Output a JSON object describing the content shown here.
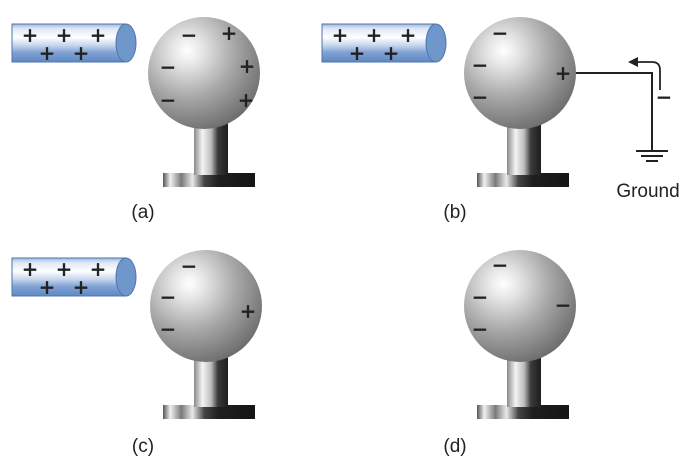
{
  "panels": [
    {
      "label": "(a)",
      "rod_charges": [
        "+",
        "+",
        "+",
        "+",
        "+"
      ],
      "sphere_charges": [
        "−",
        "+",
        "−",
        "+",
        "−",
        "+"
      ]
    },
    {
      "label": "(b)",
      "rod_charges": [
        "+",
        "+",
        "+",
        "+",
        "+"
      ],
      "sphere_charges": [
        "−",
        "−",
        "−",
        "+"
      ],
      "wire_charge": "−",
      "ground_label": "Ground"
    },
    {
      "label": "(c)",
      "rod_charges": [
        "+",
        "+",
        "+",
        "+",
        "+"
      ],
      "sphere_charges": [
        "−",
        "−",
        "−",
        "+"
      ]
    },
    {
      "label": "(d)",
      "sphere_charges": [
        "−",
        "−",
        "−",
        "−"
      ]
    }
  ],
  "colors": {
    "rod_blue": "#6f97cc",
    "rod_light": "#eef3fb",
    "sphere_gray": "#9a9a9a",
    "base_dark": "#2a2a2a"
  }
}
